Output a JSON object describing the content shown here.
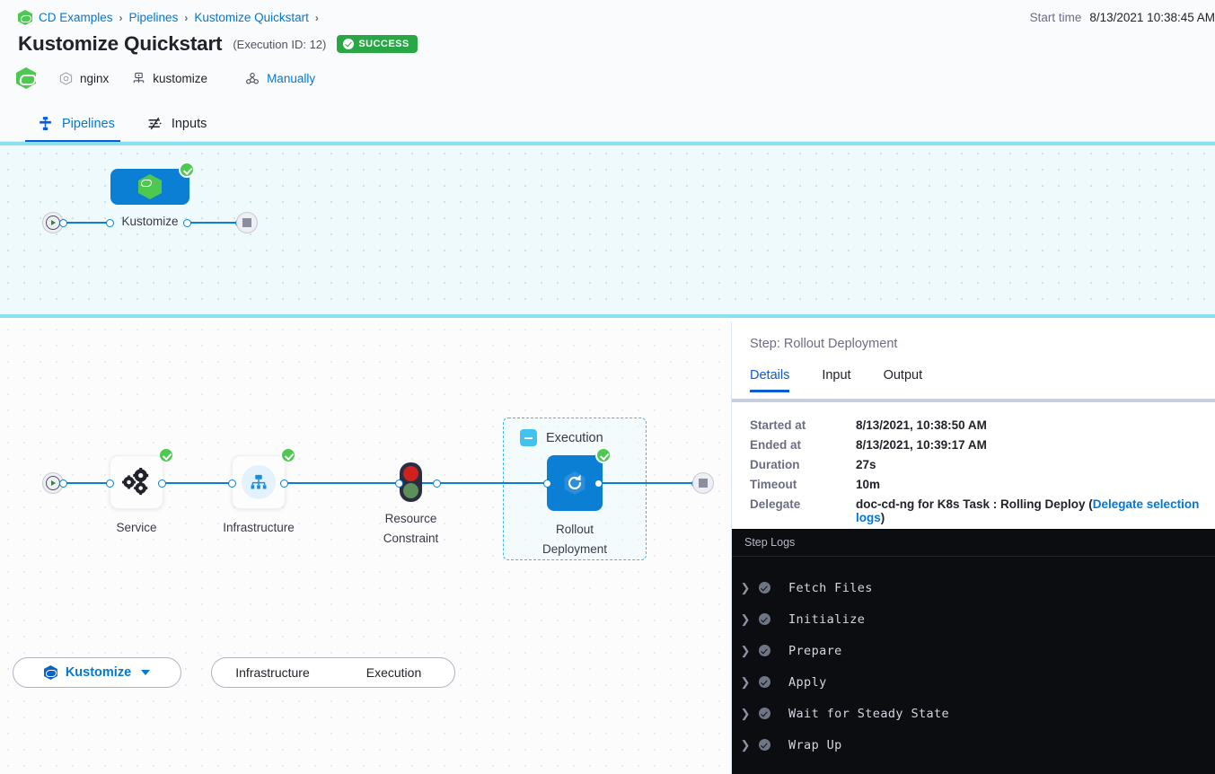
{
  "breadcrumb": {
    "items": [
      "CD Examples",
      "Pipelines",
      "Kustomize Quickstart"
    ],
    "separator": "›"
  },
  "header": {
    "title": "Kustomize Quickstart",
    "execution_id_label": "(Execution ID: 12)",
    "status": "SUCCESS",
    "status_color": "#28a745",
    "meta": [
      {
        "icon": "service-hexagon-icon",
        "label": "nginx"
      },
      {
        "icon": "infrastructure-icon",
        "label": "kustomize"
      },
      {
        "icon": "trigger-manual-icon",
        "label": "Manually",
        "link": true
      }
    ],
    "start_time_label": "Start time",
    "start_time_value": "8/13/2021 10:38:45 AM"
  },
  "tabs": [
    {
      "label": "Pipelines",
      "icon": "pipeline-icon",
      "active": true
    },
    {
      "label": "Inputs",
      "icon": "inputs-icon",
      "active": false
    }
  ],
  "pipeline_graph": {
    "stage_label": "Kustomize",
    "start_node": "start-node",
    "end_node": "end-node"
  },
  "stage_bar": {
    "stage_name": "Kustomize",
    "segments": [
      "Infrastructure",
      "Execution"
    ]
  },
  "stage_graph": {
    "nodes": [
      {
        "name": "Service",
        "icon": "service-gears-icon",
        "status": "success"
      },
      {
        "name": "Infrastructure",
        "icon": "infrastructure-tree-icon",
        "status": "success"
      },
      {
        "name": "Resource Constraint",
        "icon": "traffic-light-icon",
        "status": "none"
      },
      {
        "name": "Rollout Deployment",
        "icon": "rollout-refresh-icon",
        "status": "success"
      }
    ],
    "group_label": "Execution"
  },
  "right_panel": {
    "step_title": "Step: Rollout Deployment",
    "tabs": [
      {
        "label": "Details",
        "active": true
      },
      {
        "label": "Input",
        "active": false
      },
      {
        "label": "Output",
        "active": false
      }
    ],
    "details": [
      {
        "key": "Started at",
        "value": "8/13/2021, 10:38:50 AM"
      },
      {
        "key": "Ended at",
        "value": "8/13/2021, 10:39:17 AM"
      },
      {
        "key": "Duration",
        "value": "27s"
      },
      {
        "key": "Timeout",
        "value": "10m"
      }
    ],
    "delegate": {
      "key": "Delegate",
      "prefix": "doc-cd-ng for K8s Task : Rolling Deploy (",
      "link": "Delegate selection logs",
      "suffix": ")"
    },
    "logs_title": "Step Logs",
    "logs": [
      {
        "name": "Fetch Files",
        "status": "success"
      },
      {
        "name": "Initialize",
        "status": "success"
      },
      {
        "name": "Prepare",
        "status": "success"
      },
      {
        "name": "Apply",
        "status": "success"
      },
      {
        "name": "Wait for Steady State",
        "status": "success"
      },
      {
        "name": "Wrap Up",
        "status": "success"
      }
    ]
  }
}
